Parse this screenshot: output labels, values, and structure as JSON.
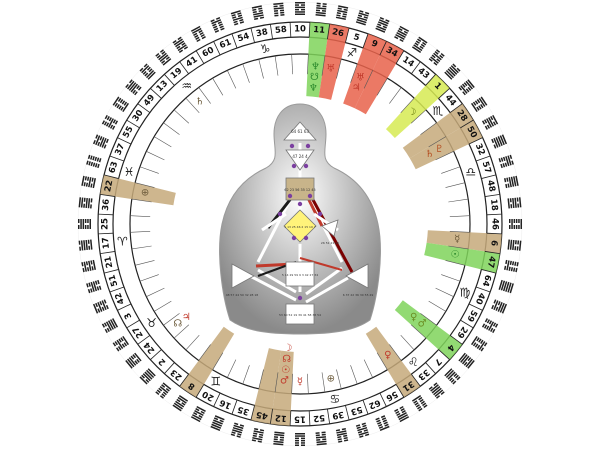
{
  "wheel": {
    "gates": [
      "10",
      "11",
      "26",
      "5",
      "9",
      "34",
      "14",
      "43",
      "1",
      "44",
      "28",
      "50",
      "32",
      "57",
      "48",
      "18",
      "46",
      "6",
      "47",
      "64",
      "40",
      "59",
      "29",
      "4",
      "7",
      "33",
      "31",
      "56",
      "62",
      "53",
      "39",
      "52",
      "15",
      "12",
      "45",
      "35",
      "16",
      "20",
      "8",
      "23",
      "2",
      "24",
      "27",
      "3",
      "42",
      "51",
      "21",
      "17",
      "25",
      "36",
      "22",
      "63",
      "37",
      "55",
      "30",
      "49",
      "13",
      "19",
      "41",
      "60",
      "61",
      "54",
      "38",
      "58"
    ],
    "zodiac_signs": [
      {
        "glyph": "♑",
        "gate": "38"
      },
      {
        "glyph": "♐",
        "gate": "5"
      },
      {
        "glyph": "♏",
        "gate": "44"
      },
      {
        "glyph": "♎",
        "gate": "57"
      },
      {
        "glyph": "♍",
        "gate": "40"
      },
      {
        "glyph": "♌",
        "gate": "33"
      },
      {
        "glyph": "♋",
        "gate": "39"
      },
      {
        "glyph": "♊",
        "gate": "20"
      },
      {
        "glyph": "♉",
        "gate": "27"
      },
      {
        "glyph": "♈",
        "gate": "17"
      },
      {
        "glyph": "♓",
        "gate": "63"
      },
      {
        "glyph": "♒",
        "gate": "19"
      }
    ],
    "highlights": [
      {
        "gate": "11",
        "color": "#7fd35a"
      },
      {
        "gate": "26",
        "color": "#e8624a"
      },
      {
        "gate": "9",
        "color": "#e8624a"
      },
      {
        "gate": "34",
        "color": "#e8624a"
      },
      {
        "gate": "1",
        "color": "#d6ea52"
      },
      {
        "gate": "28",
        "color": "#c6a97a"
      },
      {
        "gate": "50",
        "color": "#c6a97a"
      },
      {
        "gate": "6",
        "color": "#c6a97a"
      },
      {
        "gate": "47",
        "color": "#7fd35a"
      },
      {
        "gate": "4",
        "color": "#7fd35a"
      },
      {
        "gate": "31",
        "color": "#c6a97a"
      },
      {
        "gate": "45",
        "color": "#c6a97a"
      },
      {
        "gate": "12",
        "color": "#c6a97a"
      },
      {
        "gate": "8",
        "color": "#c6a97a"
      },
      {
        "gate": "22",
        "color": "#c6a97a"
      }
    ],
    "planets": [
      {
        "gate": "11",
        "glyphs": [
          "♆",
          "☋",
          "♆"
        ],
        "color": "#2e8b2e"
      },
      {
        "gate": "26",
        "glyphs": [
          "♅"
        ],
        "color": "#c0392b"
      },
      {
        "gate": "9",
        "glyphs": [
          "♅",
          "♃"
        ],
        "color": "#c0392b"
      },
      {
        "gate": "1",
        "glyphs": [
          "☽"
        ],
        "color": "#5a6e00"
      },
      {
        "gate": "50",
        "glyphs": [
          "♇",
          "♄"
        ],
        "color": "#b34d20"
      },
      {
        "gate": "6",
        "glyphs": [
          "☿"
        ],
        "color": "#6b5a3a"
      },
      {
        "gate": "47",
        "glyphs": [
          "☉"
        ],
        "color": "#2e8b2e"
      },
      {
        "gate": "4",
        "glyphs": [
          "♂",
          "♀"
        ],
        "color": "#6b8e23"
      },
      {
        "gate": "31",
        "glyphs": [
          "♀"
        ],
        "color": "#c0392b"
      },
      {
        "gate": "12",
        "glyphs": [
          "♂",
          "☉",
          "☊",
          "☽"
        ],
        "color": "#c0392b"
      },
      {
        "gate": "22",
        "glyphs": [
          "⊕"
        ],
        "color": "#6b5a3a"
      },
      {
        "gate": "39",
        "glyphs": [
          "⊕"
        ],
        "color": "#6b5a3a"
      },
      {
        "gate": "15",
        "glyphs": [
          "☿"
        ],
        "color": "#c0392b"
      },
      {
        "gate": "24",
        "glyphs": [
          "☊"
        ],
        "color": "#6b5a3a"
      },
      {
        "gate": "24",
        "glyphs": [
          "♃"
        ],
        "color": "#c0392b"
      },
      {
        "gate": "19",
        "glyphs": [
          "♄"
        ],
        "color": "#6b5a3a"
      }
    ],
    "center_labels": {
      "head": "64 61 63",
      "ajna": "47 24 4",
      "throat": "62 23 56 35 12 45",
      "g": "1 13 25 46 2 15 10 7",
      "ego": "26 51 21 40",
      "spleen": "48 57 44 50 32 28 18",
      "sacral": "5 14 29 59 9 3 42 27 34",
      "solar": "6 37 22 36 30 55 49",
      "root": "53 60 52 19 39 41 58 38 54"
    }
  }
}
